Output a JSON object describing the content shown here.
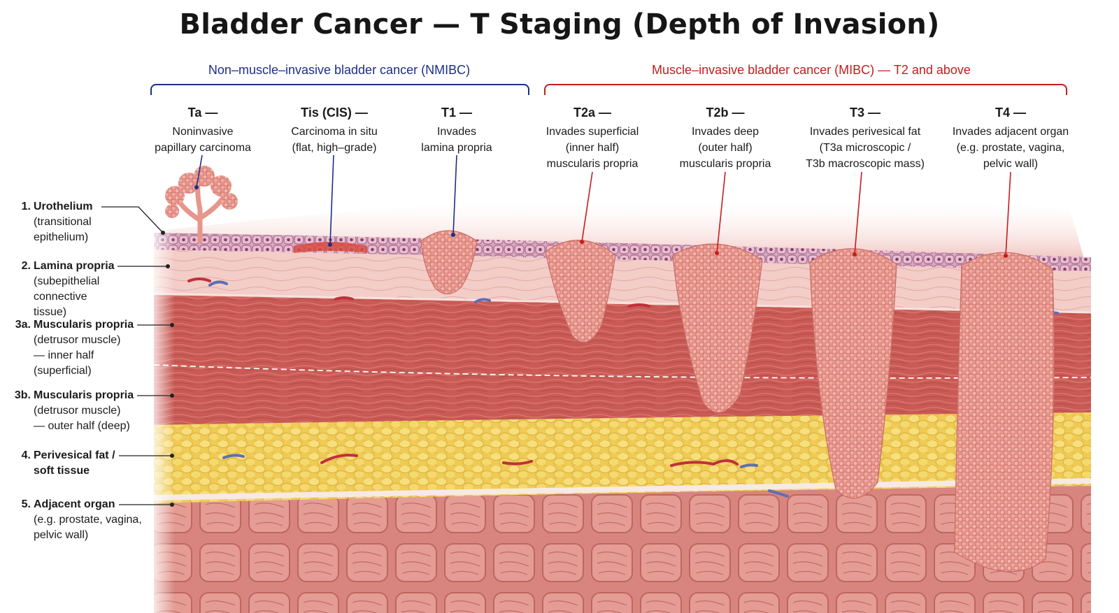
{
  "title": "Bladder Cancer — T Staging (Depth of Invasion)",
  "groups": {
    "nmibc": "Non–muscle–invasive bladder cancer (NMIBC)",
    "mibc": "Muscle–invasive bladder cancer (MIBC) — T2 and above"
  },
  "colors": {
    "nmibc": "#1c2f86",
    "mibc": "#c41d1d",
    "urothelium": "#c98aa8",
    "lamina_propria": "#f2c9c4",
    "muscle": "#c95a55",
    "fat": "#f2d468",
    "organ": "#de8c86",
    "tumor": "#e8958b"
  },
  "stages": [
    {
      "name": "Ta —",
      "desc": "Noninvasive\npapillary carcinoma"
    },
    {
      "name": "Tis (CIS) —",
      "desc": "Carcinoma in situ\n(flat, high–grade)"
    },
    {
      "name": "T1 —",
      "desc": "Invades\nlamina propria"
    },
    {
      "name": "T2a —",
      "desc": "Invades superficial\n(inner half)\nmuscularis propria"
    },
    {
      "name": "T2b —",
      "desc": "Invades deep\n(outer half)\nmuscularis propria"
    },
    {
      "name": "T3 —",
      "desc": "Invades perivesical fat\n(T3a microscopic /\nT3b macroscopic mass)"
    },
    {
      "name": "T4 —",
      "desc": "Invades adjacent organ\n(e.g. prostate, vagina,\npelvic wall)"
    }
  ],
  "layers": [
    {
      "num": "1.",
      "name": "Urothelium",
      "desc": "(transitional\nepithelium)"
    },
    {
      "num": "2.",
      "name": "Lamina propria",
      "desc": "(subepithelial\nconnective tissue)"
    },
    {
      "num": "3a.",
      "name": "Muscularis propria",
      "desc": "(detrusor muscle)\n— inner half\n(superficial)"
    },
    {
      "num": "3b.",
      "name": "Muscularis propria",
      "desc": "(detrusor muscle)\n— outer half (deep)"
    },
    {
      "num": "4.",
      "name": "Perivesical fat /\nsoft tissue",
      "desc": ""
    },
    {
      "num": "5.",
      "name": "Adjacent organ",
      "desc": "(e.g. prostate, vagina,\npelvic wall)"
    }
  ]
}
